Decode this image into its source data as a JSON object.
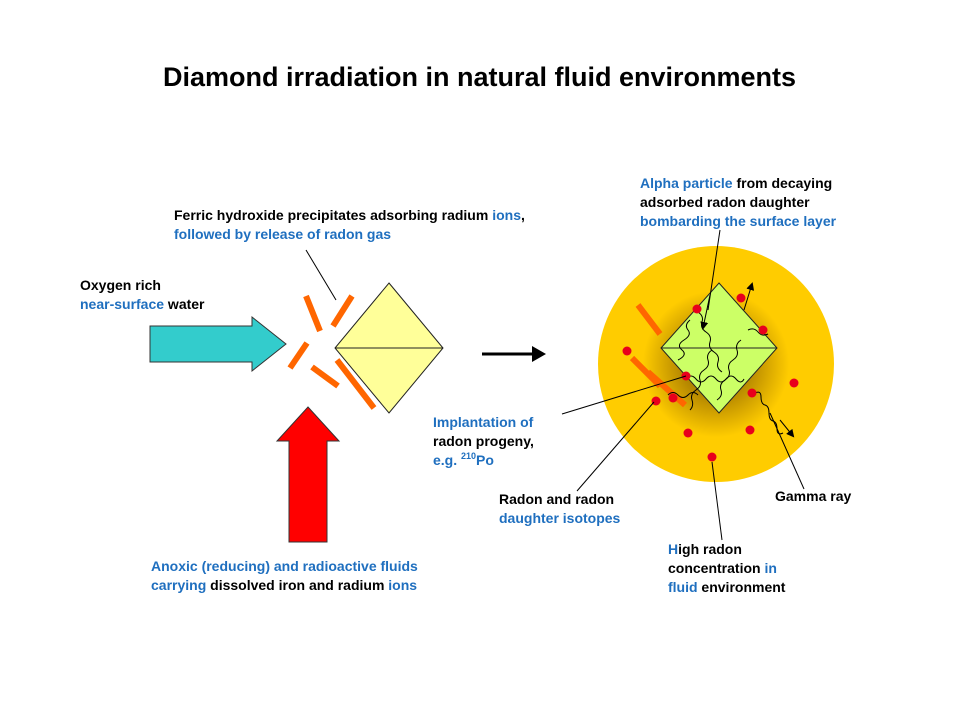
{
  "title": "Diamond irradiation in natural fluid environments",
  "labels": {
    "ferric": {
      "l1_a": "Ferric hydroxide precipitates adsorbing radium ",
      "l1_b": "ions",
      "l1_c": ",",
      "l2": "followed by release of radon gas"
    },
    "oxygen": {
      "l1": "Oxygen rich",
      "l2_a": "near-surface",
      "l2_b": " water"
    },
    "anoxic": {
      "l1": "Anoxic (reducing) and radioactive fluids",
      "l2_a": "carrying",
      "l2_b": " dissolved iron and radium ",
      "l2_c": "ions"
    },
    "alpha": {
      "l1_a": "Alpha particle",
      "l1_b": " from decaying",
      "l2": "adsorbed radon daughter",
      "l3": "bombarding the surface layer"
    },
    "implant": {
      "l1": "Implantation of",
      "l2": "radon progeny,",
      "l3_a": "e.g. ",
      "l3_sup": "210",
      "l3_b": "Po"
    },
    "radon": {
      "l1": "Radon and radon",
      "l2": "daughter isotopes"
    },
    "gamma": {
      "l1": "Gamma ray"
    },
    "high": {
      "l1_a": "H",
      "l1_b": "igh radon",
      "l2_a": "concentration",
      "l2_b": " in",
      "l3_a": "fluid",
      "l3_b": " environment"
    }
  },
  "colors": {
    "text_blue": "#1f6fbf",
    "crystal_left": "#ffff99",
    "crystal_right": "#ccff66",
    "precipitate": "#ff6600",
    "water_arrow": "#33cccc",
    "fluid_arrow": "#ff0000",
    "halo_outer": "#ffcc00",
    "radon_dot": "#e8001c"
  },
  "icons": [
    "teal-right-arrow",
    "red-up-arrow",
    "black-right-arrow",
    "diamond-crystal",
    "radon-halo"
  ]
}
